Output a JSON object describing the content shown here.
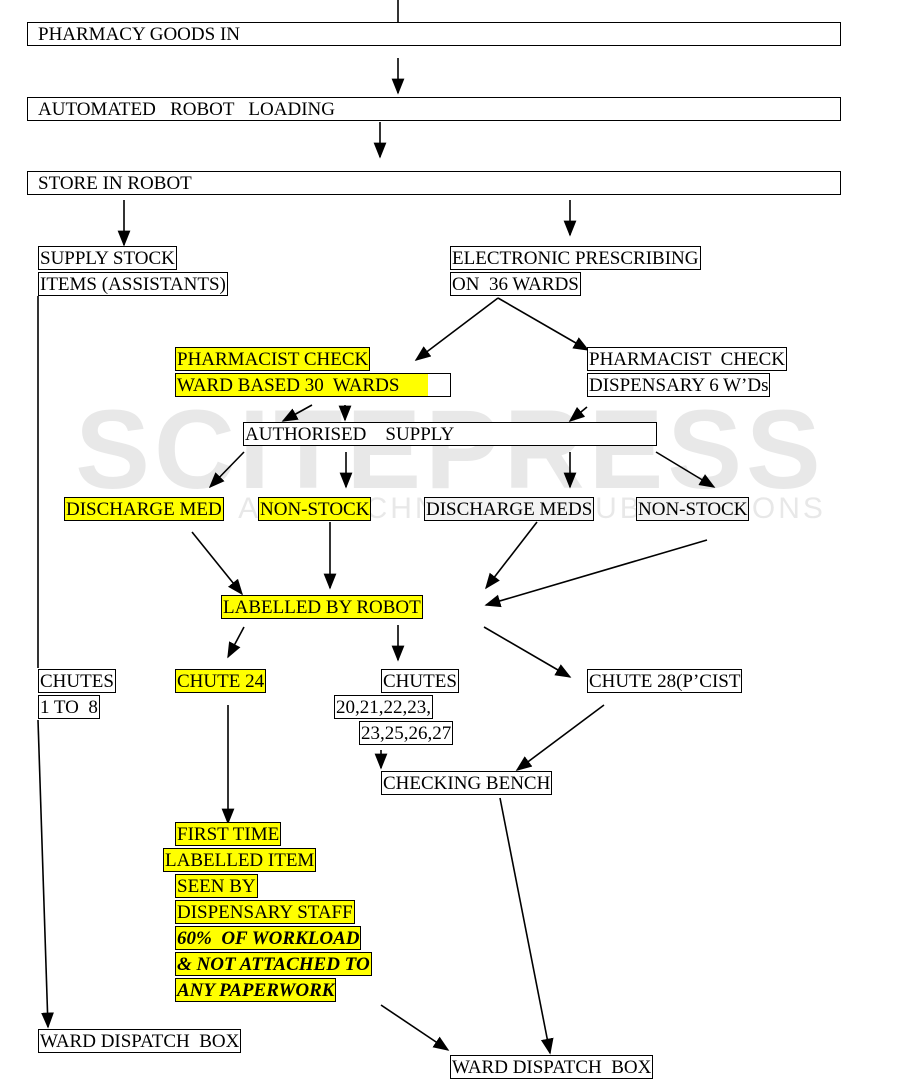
{
  "watermark": {
    "title": "SCITEPRESS",
    "subtitle": "SCIENCE AND TECHNOLOGY PUBLICATIONS"
  },
  "colors": {
    "highlight": "#ffff00",
    "line": "#000000"
  },
  "nodes": {
    "goods_in": "PHARMACY GOODS IN",
    "robot_loading": "AUTOMATED   ROBOT   LOADING",
    "store": "STORE IN ROBOT",
    "supply_stock_1": "SUPPLY STOCK",
    "supply_stock_2": "ITEMS (ASSISTANTS)",
    "eprescribing_1": "ELECTRONIC PRESCRIBING",
    "eprescribing_2": "ON  36 WARDS",
    "pcheck_ward_1": "PHARMACIST CHECK",
    "pcheck_ward_2": "WARD BASED 30  WARDS",
    "pcheck_disp_1": "PHARMACIST  CHECK",
    "pcheck_disp_2": "DISPENSARY 6 W’Ds",
    "authorised": "AUTHORISED    SUPPLY",
    "discharge_med": "DISCHARGE MED",
    "non_stock_1": "NON-STOCK",
    "discharge_meds": "DISCHARGE MEDS",
    "non_stock_2": "NON-STOCK",
    "labelled": "LABELLED BY ROBOT",
    "chutes_1_1": "CHUTES",
    "chutes_1_2": "1 TO  8",
    "chute_24": "CHUTE 24",
    "chutes_2_1": "CHUTES",
    "chutes_2_2": "20,21,22,23,",
    "chutes_2_3": "23,25,26,27",
    "chute_28": "CHUTE 28(P’CIST",
    "checking_bench": "CHECKING BENCH",
    "first_1": "FIRST TIME",
    "first_2": "LABELLED ITEM",
    "first_3": "SEEN BY",
    "first_4": "DISPENSARY STAFF",
    "first_5": "60%  OF WORKLOAD",
    "first_6": "& NOT ATTACHED TO",
    "first_7": "ANY PAPERWORK",
    "dispatch_1": "WARD DISPATCH  BOX",
    "dispatch_2": "WARD DISPATCH  BOX"
  }
}
